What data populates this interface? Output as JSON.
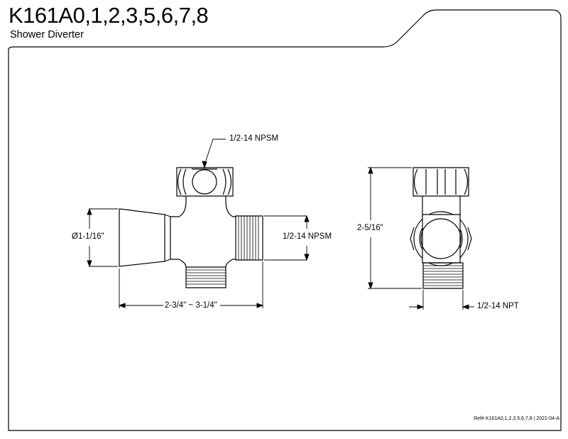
{
  "header": {
    "model": "K161A0,1,2,3,5,6,7,8",
    "product": "Shower Diverter"
  },
  "dimensions": {
    "top_inlet": "1/2-14 NPSM",
    "handle_diameter": "Ø1-1/16\"",
    "side_outlet": "1/2-14 NPSM",
    "overall_length": "2-3/4\" ~ 3-1/4\"",
    "height": "2-5/16\"",
    "bottom_thread": "1/2-14 NPT"
  },
  "footer": {
    "reference": "Ref# K161A0,1,2,3,5,6,7,8 | 2021-04-A"
  }
}
